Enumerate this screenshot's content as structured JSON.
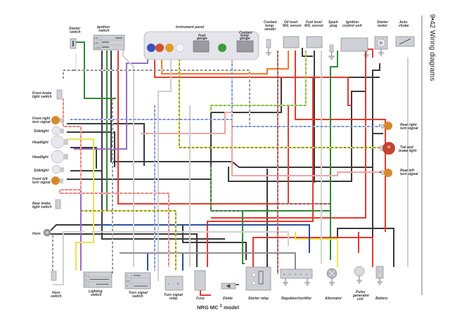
{
  "page": {
    "side_title": "9•42  Wiring diagrams",
    "model_caption_prefix": "NRG MC",
    "model_caption_sup": "2",
    "model_caption_suffix": "model"
  },
  "colors": {
    "black": "#3a3a3a",
    "red": "#e53a2e",
    "green": "#2f8a35",
    "yellow": "#e6e64a",
    "blue": "#2e4fa0",
    "light_blue": "#b9c8ee",
    "purple": "#9a6cc0",
    "orange": "#f07a2a",
    "pink": "#f2a3a3",
    "white_wire": "#d8d8d8",
    "grey": "#8e8e8e",
    "brown": "#7a4a2a",
    "amber_bulb": "#d58a2a",
    "red_bulb": "#c4432e",
    "panel_bg": "#e4e4ea"
  },
  "components": {
    "starter_switch": "Starter switch",
    "ignition_switch": "Ignition switch",
    "ignition_positions": [
      "ON",
      "OFF",
      "LOCK"
    ],
    "instrument_panel": "Instrument panel",
    "fuel_gauge": "Fuel gauge",
    "coolant_temp_gauge": "Coolant temp gauge",
    "coolant_temp_sender": "Coolant temp. sender",
    "oil_level_sensor": "Oil level W/L sensor",
    "fuel_level_sensor": "Fuel level W/L sensor",
    "spark_plug": "Spark plug",
    "ignition_control_unit": "Ignition control unit",
    "starter_motor": "Starter motor",
    "starter_motor_symbol": "M",
    "auto_choke": "Auto choke",
    "front_brake_switch": "Front brake light switch",
    "front_right_turn": "Front right turn signal",
    "sidelight_top": "Sidelight",
    "headlight_top": "Headlight",
    "headlight_bottom": "Headlight",
    "sidelight_bottom": "Sidelight",
    "front_left_turn": "Front left turn signal",
    "rear_brake_switch": "Rear brake light switch",
    "horn": "Horn",
    "horn_switch": "Horn switch",
    "lighting_switch": "Lighting switch",
    "lighting_positions": [
      "0",
      "1",
      "2"
    ],
    "turn_signal_switch": "Turn signal switch",
    "turn_positions": [
      "L",
      "OFF",
      "R"
    ],
    "turn_signal_relay": "Turn signal relay",
    "relay_terminals": [
      "L",
      "B"
    ],
    "fuse": "Fuse",
    "diode": "Diode",
    "starter_relay": "Starter relay",
    "regulator_rectifier": "Regulator/rectifier",
    "regulator_terminals": [
      "B",
      "R",
      "G",
      "A",
      "A"
    ],
    "alternator": "Alternator",
    "pulse_generator_coil": "Pulse generator coil",
    "battery": "Battery",
    "battery_plus": "+",
    "battery_minus": "−",
    "rear_right_turn": "Rear right turn signal",
    "tail_brake_light": "Tail and brake light",
    "rear_left_turn": "Rear left turn signal"
  }
}
